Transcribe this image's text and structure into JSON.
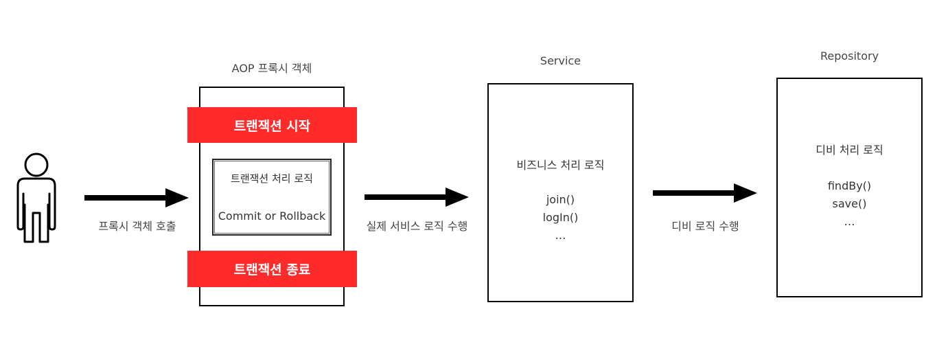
{
  "colors": {
    "transaction_band": "#ff2a2a",
    "arrow": "#000000",
    "border": "#000000"
  },
  "user": {
    "icon": "person-icon",
    "call_label": "프록시 객체 호출"
  },
  "proxy": {
    "title": "AOP 프록시 객체",
    "start_label": "트랜잭션 시작",
    "logic_label": "트랜잭션 처리 로직",
    "commit_label": "Commit or Rollback",
    "end_label": "트랜잭션 종료",
    "next_label": "실제 서비스 로직 수행"
  },
  "service": {
    "title": "Service",
    "heading": "비즈니스 처리 로직",
    "methods": [
      "join()",
      "logIn()",
      "…"
    ],
    "next_label": "디비 로직 수행"
  },
  "repository": {
    "title": "Repository",
    "heading": "디비 처리 로직",
    "methods": [
      "findBy()",
      "save()",
      "…"
    ]
  }
}
